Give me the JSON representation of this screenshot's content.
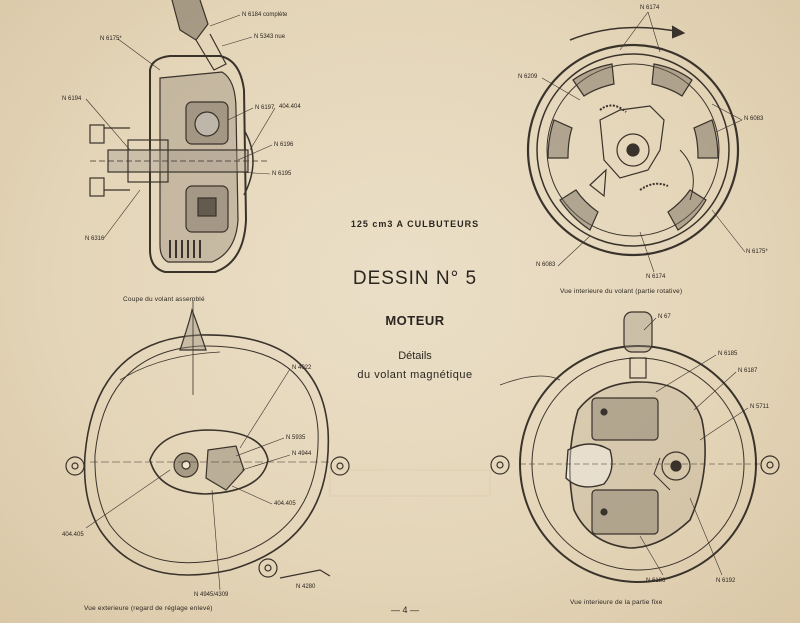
{
  "document": {
    "subtitle": "125 cm3 A CULBUTEURS",
    "title": "DESSIN N° 5",
    "section": "MOTEUR",
    "description_line1": "Détails",
    "description_line2": "du volant magnétique",
    "page_number": "— 4 —"
  },
  "captions": {
    "top_left": "Coupe du volant assemblé",
    "top_right": "Vue interieure du volant (partie rotative)",
    "bottom_left": "Vue exterieure (regard de réglage enlevé)",
    "bottom_right": "Vue interieure de la partie fixe"
  },
  "labels": {
    "tl": [
      "N 6184 complète",
      "N 5343 nue",
      "N 6175*",
      "N 6194",
      "N 6197",
      "404.404",
      "N 6196",
      "N 6195",
      "N 6316"
    ],
    "tr": [
      "N 6174",
      "N 6209",
      "N 6083",
      "N 6083",
      "N 6174",
      "N 6175*"
    ],
    "bl": [
      "N 4022",
      "N 5935",
      "N 4944",
      "404.405",
      "404.405",
      "N 4945/4309",
      "N 4280"
    ],
    "br": [
      "N 67",
      "N 6185",
      "N 6187",
      "N 5711",
      "N 6186",
      "N 6192"
    ]
  }
}
